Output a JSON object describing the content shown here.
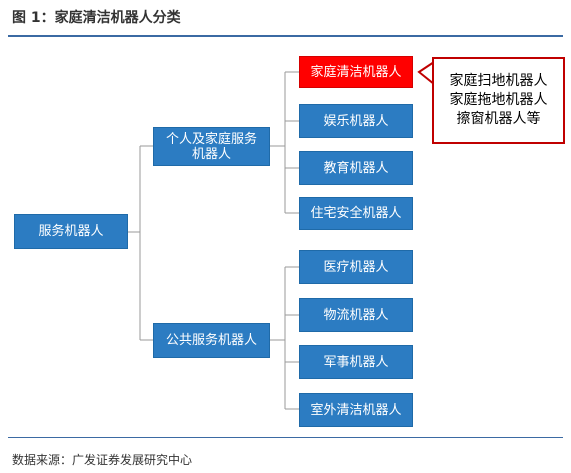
{
  "figure": {
    "title": "图 1：家庭清洁机器人分类",
    "source": "数据来源：广发证券发展研究中心"
  },
  "tree": {
    "root": "服务机器人",
    "branches": [
      {
        "label": "个人及家庭服务\n机器人",
        "children": [
          "家庭清洁机器人",
          "娱乐机器人",
          "教育机器人",
          "住宅安全机器人"
        ]
      },
      {
        "label": "公共服务机器人",
        "children": [
          "医疗机器人",
          "物流机器人",
          "军事机器人",
          "室外清洁机器人"
        ]
      }
    ]
  },
  "callout": {
    "lines": [
      "家庭扫地机器人",
      "家庭拖地机器人",
      "擦窗机器人等"
    ]
  },
  "colors": {
    "node": "#2c7cc2",
    "highlight": "#ff0000",
    "callout_border": "#c00000",
    "rule": "#3b6aa3"
  }
}
